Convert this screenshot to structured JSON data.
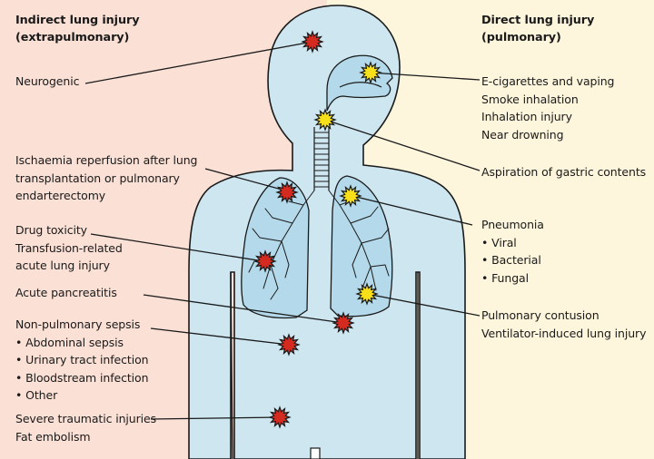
{
  "indirect": {
    "heading": [
      "Indirect lung injury",
      "(extrapulmonary)"
    ],
    "neurogenic": [
      "Neurogenic"
    ],
    "ischaemia": [
      "Ischaemia reperfusion after lung",
      "transplantation or pulmonary",
      "endarterectomy"
    ],
    "drug": [
      "Drug toxicity",
      "Transfusion-related",
      "acute lung injury"
    ],
    "pancreatitis": [
      "Acute pancreatitis"
    ],
    "sepsis": [
      "Non-pulmonary sepsis",
      "• Abdominal sepsis",
      "• Urinary tract infection",
      "• Bloodstream infection",
      "• Other"
    ],
    "trauma": [
      "Severe traumatic injuries",
      "Fat embolism"
    ]
  },
  "direct": {
    "heading": [
      "Direct lung injury",
      "(pulmonary)"
    ],
    "inhalation": [
      "E-cigarettes and vaping",
      "Smoke inhalation",
      "Inhalation injury",
      "Near drowning"
    ],
    "aspiration": [
      "Aspiration of gastric contents"
    ],
    "pneumonia": [
      "Pneumonia",
      "• Viral",
      "• Bacterial",
      "• Fungal"
    ],
    "contusion": [
      "Pulmonary contusion",
      "Ventilator-induced lung injury"
    ]
  },
  "colors": {
    "indirect_bg": "#fbe0d6",
    "direct_bg": "#fdf5dc",
    "body_fill": "#cde6f0",
    "organ_fill": "#b3d9ea",
    "outline": "#1a1a1a",
    "indirect_marker": "#d42a1f",
    "direct_marker": "#f7e01a"
  }
}
